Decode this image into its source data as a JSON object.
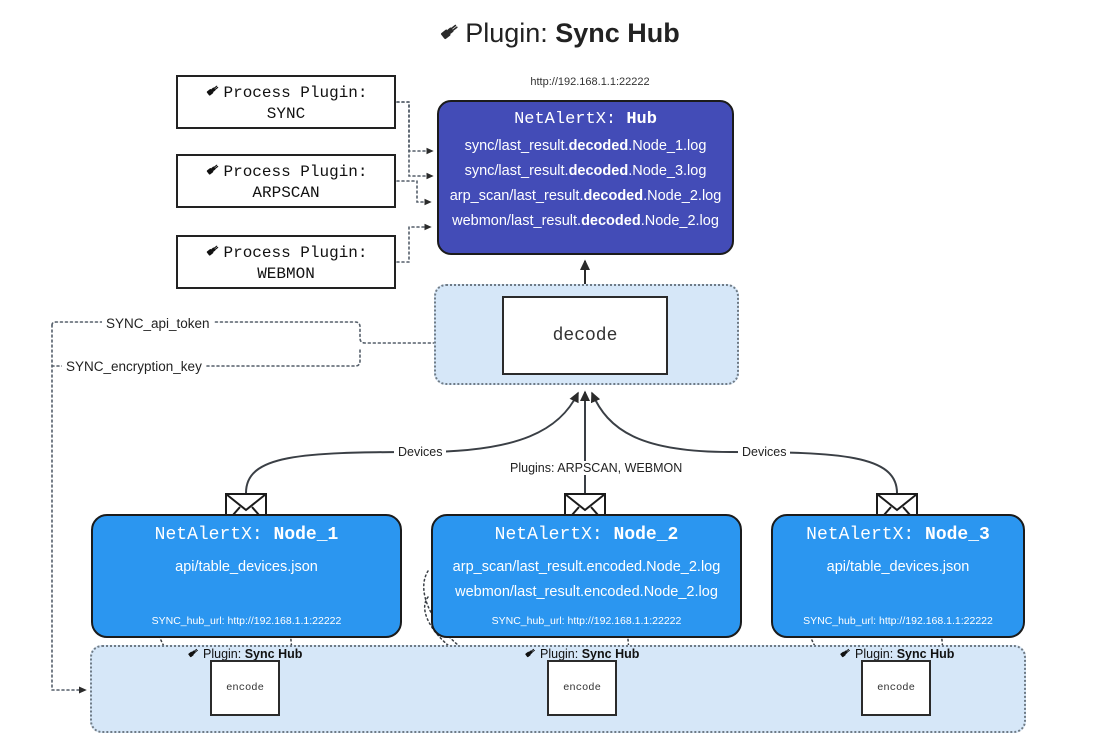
{
  "title": {
    "icon": "plug-icon",
    "prefix": "Plugin:",
    "name": "Sync Hub"
  },
  "hub": {
    "url": "http://192.168.1.1:22222",
    "title_prefix": "NetAlertX:",
    "title_name": "Hub",
    "log_lines": [
      {
        "pre": "sync/last_result.",
        "mid": "decoded",
        "post": ".Node_1.log"
      },
      {
        "pre": "sync/last_result.",
        "mid": "decoded",
        "post": ".Node_3.log"
      },
      {
        "pre": "arp_scan/last_result.",
        "mid": "decoded",
        "post": ".Node_2.log"
      },
      {
        "pre": "webmon/last_result.",
        "mid": "decoded",
        "post": ".Node_2.log"
      }
    ],
    "color": "#434CB7"
  },
  "process_plugins": [
    {
      "icon": "plug-icon",
      "line1": "Process Plugin:",
      "line2": "SYNC"
    },
    {
      "icon": "plug-icon",
      "line1": "Process Plugin:",
      "line2": "ARPSCAN"
    },
    {
      "icon": "plug-icon",
      "line1": "Process Plugin:",
      "line2": "WEBMON"
    }
  ],
  "decode": {
    "label": "decode"
  },
  "keys": [
    {
      "label": "SYNC_api_token"
    },
    {
      "label": "SYNC_encryption_key"
    }
  ],
  "edge_labels": {
    "devices_left": "Devices",
    "plugins_center": "Plugins: ARPSCAN, WEBMON",
    "devices_right": "Devices"
  },
  "nodes": [
    {
      "title_prefix": "NetAlertX:",
      "title_name": "Node_1",
      "lines": [
        "api/table_devices.json"
      ],
      "footer": "SYNC_hub_url: http://192.168.1.1:22222",
      "envelope_icon": "envelope-icon",
      "color": "#2B96F0"
    },
    {
      "title_prefix": "NetAlertX:",
      "title_name": "Node_2",
      "lines": [
        "arp_scan/last_result.encoded.Node_2.log",
        "webmon/last_result.encoded.Node_2.log"
      ],
      "footer": "SYNC_hub_url: http://192.168.1.1:22222",
      "envelope_icon": "envelope-icon",
      "color": "#2B96F0"
    },
    {
      "title_prefix": "NetAlertX:",
      "title_name": "Node_3",
      "lines": [
        "api/table_devices.json"
      ],
      "footer": "SYNC_hub_url: http://192.168.1.1:22222",
      "envelope_icon": "envelope-icon",
      "color": "#2B96F0"
    }
  ],
  "encoders": [
    {
      "icon": "plug-icon",
      "caption_prefix": "Plugin:",
      "caption_name": "Sync Hub",
      "label": "encode"
    },
    {
      "icon": "plug-icon",
      "caption_prefix": "Plugin:",
      "caption_name": "Sync Hub",
      "label": "encode"
    },
    {
      "icon": "plug-icon",
      "caption_prefix": "Plugin:",
      "caption_name": "Sync Hub",
      "label": "encode"
    }
  ],
  "colors": {
    "hub_blue": "#434CB7",
    "node_blue": "#2B96F0",
    "zone_blue": "#D6E7F8",
    "stroke": "#1b1b1b",
    "dotted": "#555f6a"
  }
}
